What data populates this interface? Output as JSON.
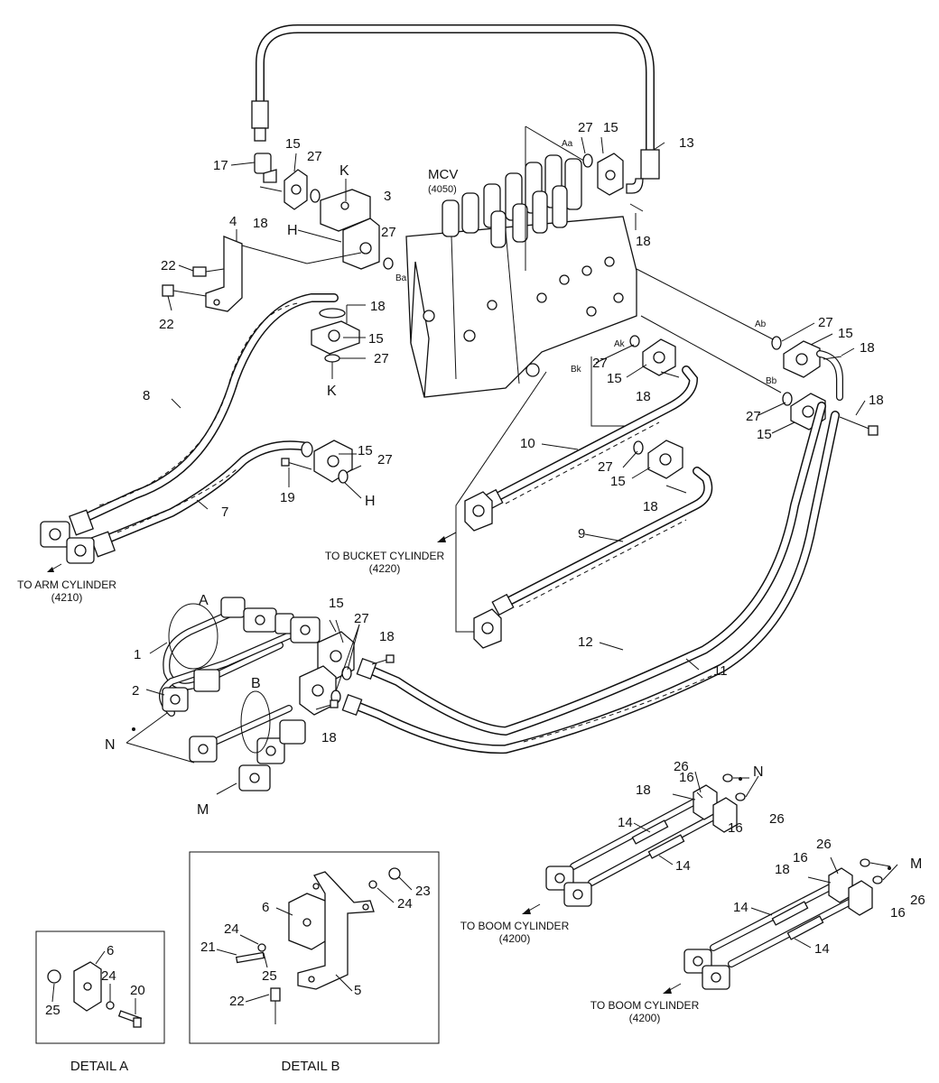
{
  "mcv": {
    "label": "MCV",
    "code": "(4050)"
  },
  "port_labels": {
    "aa": "Aa",
    "ab": "Ab",
    "ak": "Ak",
    "bk": "Bk",
    "bb": "Bb",
    "ba": "Ba"
  },
  "callouts": {
    "c1": "1",
    "c2": "2",
    "c3": "3",
    "c4": "4",
    "c7": "7",
    "c8": "8",
    "c9": "9",
    "c10": "10",
    "c11": "11",
    "c12": "12",
    "c13": "13",
    "c14a": "14",
    "c14b": "14",
    "c14c": "14",
    "c14d": "14",
    "c15a": "15",
    "c15b": "15",
    "c15c": "15",
    "c15d": "15",
    "c15e": "15",
    "c15f": "15",
    "c15g": "15",
    "c15h": "15",
    "c15i": "15",
    "c16a": "16",
    "c16b": "16",
    "c16c": "16",
    "c16d": "16",
    "c17": "17",
    "c18a": "18",
    "c18b": "18",
    "c18c": "18",
    "c18d": "18",
    "c18e": "18",
    "c18f": "18",
    "c18g": "18",
    "c18h": "18",
    "c18i": "18",
    "c18j": "18",
    "c19": "19",
    "c22a": "22",
    "c22b": "22",
    "c26a": "26",
    "c26b": "26",
    "c26c": "26",
    "c26d": "26",
    "c27a": "27",
    "c27b": "27",
    "c27c": "27",
    "c27d": "27",
    "c27e": "27",
    "c27f": "27",
    "c27g": "27",
    "c27h": "27",
    "c27i": "27",
    "c27j": "27"
  },
  "letters": {
    "k_top": "K",
    "k_bottom": "K",
    "h_top": "H",
    "h_bottom": "H",
    "a": "A",
    "b": "B",
    "n_left": "N",
    "n_right": "N",
    "m_left": "M",
    "m_right": "M"
  },
  "destinations": {
    "arm": {
      "line1": "TO ARM CYLINDER",
      "line2": "(4210)"
    },
    "bucket": {
      "line1": "TO BUCKET CYLINDER",
      "line2": "(4220)"
    },
    "boom1": {
      "line1": "TO BOOM CYLINDER",
      "line2": "(4200)"
    },
    "boom2": {
      "line1": "TO BOOM CYLINDER",
      "line2": "(4200)"
    }
  },
  "detail_a": {
    "title": "DETAIL A",
    "callouts": {
      "c6": "6",
      "c20": "20",
      "c24": "24",
      "c25": "25"
    }
  },
  "detail_b": {
    "title": "DETAIL B",
    "callouts": {
      "c5": "5",
      "c6": "6",
      "c21": "21",
      "c22": "22",
      "c23": "23",
      "c24a": "24",
      "c24b": "24",
      "c25": "25"
    }
  }
}
